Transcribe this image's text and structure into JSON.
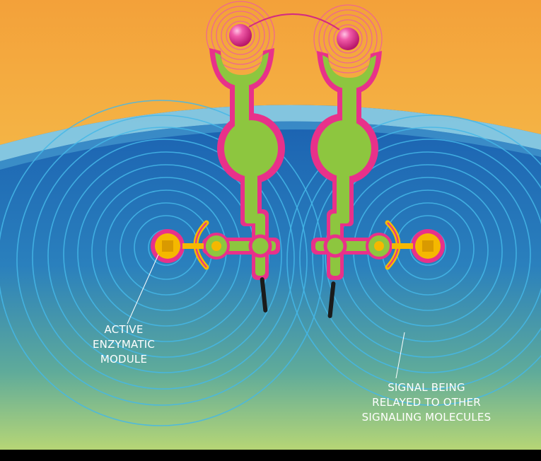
{
  "labels": {
    "active_module": [
      "ACTIVE",
      "ENZYMATIC",
      "MODULE"
    ],
    "signal_relay": [
      "SIGNAL BEING",
      "RELAYED TO OTHER",
      "SIGNALING MOLECULES"
    ]
  },
  "colors": {
    "sky_top": "#f5a93a",
    "sky_bottom": "#f8d25a",
    "membrane": "#8fd0e4",
    "cell_inner": "#1f68b4",
    "cell_bottom": "#b9d86e",
    "receptor_fill": "#8dc63f",
    "receptor_outline": "#e8318a",
    "ligand": "#e0378f",
    "enzyme_core": "#f5b800",
    "ripple": "#45b8e8"
  }
}
